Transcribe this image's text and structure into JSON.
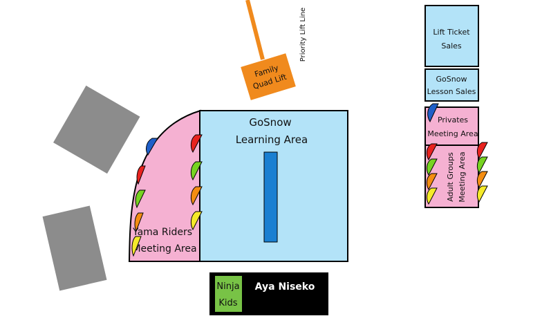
{
  "labels": {
    "priority_lift_line": "Priority Lift Line",
    "family_quad_lift": [
      "Family",
      "Quad Lift"
    ],
    "learning_area": [
      "GoSnow",
      "Learning Area"
    ],
    "lift_ticket_sales": [
      "Lift Ticket",
      "Sales"
    ],
    "lesson_sales": [
      "GoSnow",
      "Lesson Sales"
    ],
    "privates_meeting": [
      "Privates",
      "Meeting Area"
    ],
    "adult_groups_meeting": [
      "Adult Groups",
      "Meeting Area"
    ],
    "yama_riders_meeting": [
      "Yama Riders",
      "Meeting Area"
    ],
    "ninja_kids": [
      "Ninja",
      "Kids"
    ],
    "aya_niseko": "Aya Niseko"
  },
  "colors": {
    "light_blue": "#b3e3f8",
    "pink": "#f5b1d2",
    "orange": "#f08a1d",
    "grey": "#8c8c8c",
    "green": "#78c346",
    "black": "#000000",
    "flag_red": "#e8231f",
    "flag_green": "#77d321",
    "flag_orange": "#f48d12",
    "flag_yellow": "#f5ea2a",
    "flag_blue": "#1f5fc8",
    "bar_blue": "#1a7fd1"
  },
  "icons": {
    "flag": "flag-icon"
  }
}
